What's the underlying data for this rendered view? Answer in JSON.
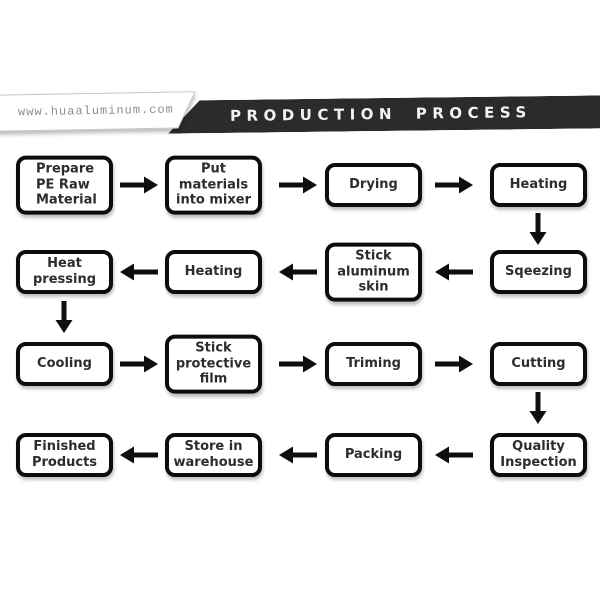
{
  "header": {
    "website": "www.huaaluminum.com",
    "title": "PRODUCTION PROCESS",
    "banner_bg": "#2d2a2b",
    "banner_text_color": "#f4f2f2",
    "website_text_color": "#8f8f8f"
  },
  "flow": {
    "box_border_color": "#0d0d0d",
    "box_text_color": "#2e2c2d",
    "arrow_color": "#0e0e0e",
    "rows": [
      {
        "arrow_direction": "right",
        "boxes": [
          "Prepare\nPE Raw\nMaterial",
          "Put\nmaterials\ninto mixer",
          "Drying",
          "Heating"
        ]
      },
      {
        "arrow_direction": "left",
        "boxes": [
          "Heat\npressing",
          "Heating",
          "Stick\naluminum\nskin",
          "Sqeezing"
        ]
      },
      {
        "arrow_direction": "right",
        "boxes": [
          "Cooling",
          "Stick\nprotective\nfilm",
          "Triming",
          "Cutting"
        ]
      },
      {
        "arrow_direction": "left",
        "boxes": [
          "Finished\nProducts",
          "Store in\nwarehouse",
          "Packing",
          "Quality\nInspection"
        ]
      }
    ],
    "down_connectors": [
      {
        "from": "Heating",
        "to": "Sqeezing",
        "side": "right"
      },
      {
        "from": "Heat pressing",
        "to": "Cooling",
        "side": "left"
      },
      {
        "from": "Cutting",
        "to": "Quality Inspection",
        "side": "right"
      }
    ]
  }
}
